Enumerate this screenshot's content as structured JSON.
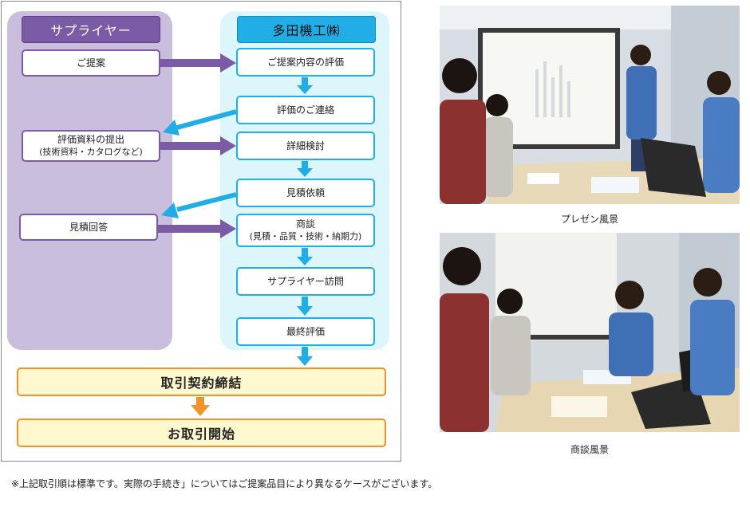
{
  "lanes": {
    "supplier": "サプライヤー",
    "tada": "多田機工㈱"
  },
  "supplier_steps": {
    "proposal": "ご提案",
    "eval_docs": "評価資料の提出",
    "eval_docs_sub": "(技術資料・カタログなど)",
    "quote_reply": "見積回答"
  },
  "tada_steps": {
    "evaluation": "ご提案内容の評価",
    "contact": "評価のご連絡",
    "detail": "詳細検討",
    "quote_request": "見積依頼",
    "negotiation": "商談",
    "negotiation_sub": "(見積・品質・技術・納期力)",
    "visit": "サプライヤー訪問",
    "final": "最終評価"
  },
  "bottom_steps": {
    "contract": "取引契約締結",
    "start": "お取引開始"
  },
  "photos": {
    "presentation_caption": "プレゼン風景",
    "meeting_caption": "商談風景"
  },
  "footnote": "※上記取引順は標準です。実際の手続き」についてはご提案品目により異なるケースがございます。",
  "colors": {
    "supplier_lane": "#c9bedb",
    "supplier_accent": "#7b5ba6",
    "tada_lane": "#ddf6fb",
    "tada_accent": "#21aee6",
    "final_fill": "#fff8cf",
    "final_border": "#f0932b"
  }
}
